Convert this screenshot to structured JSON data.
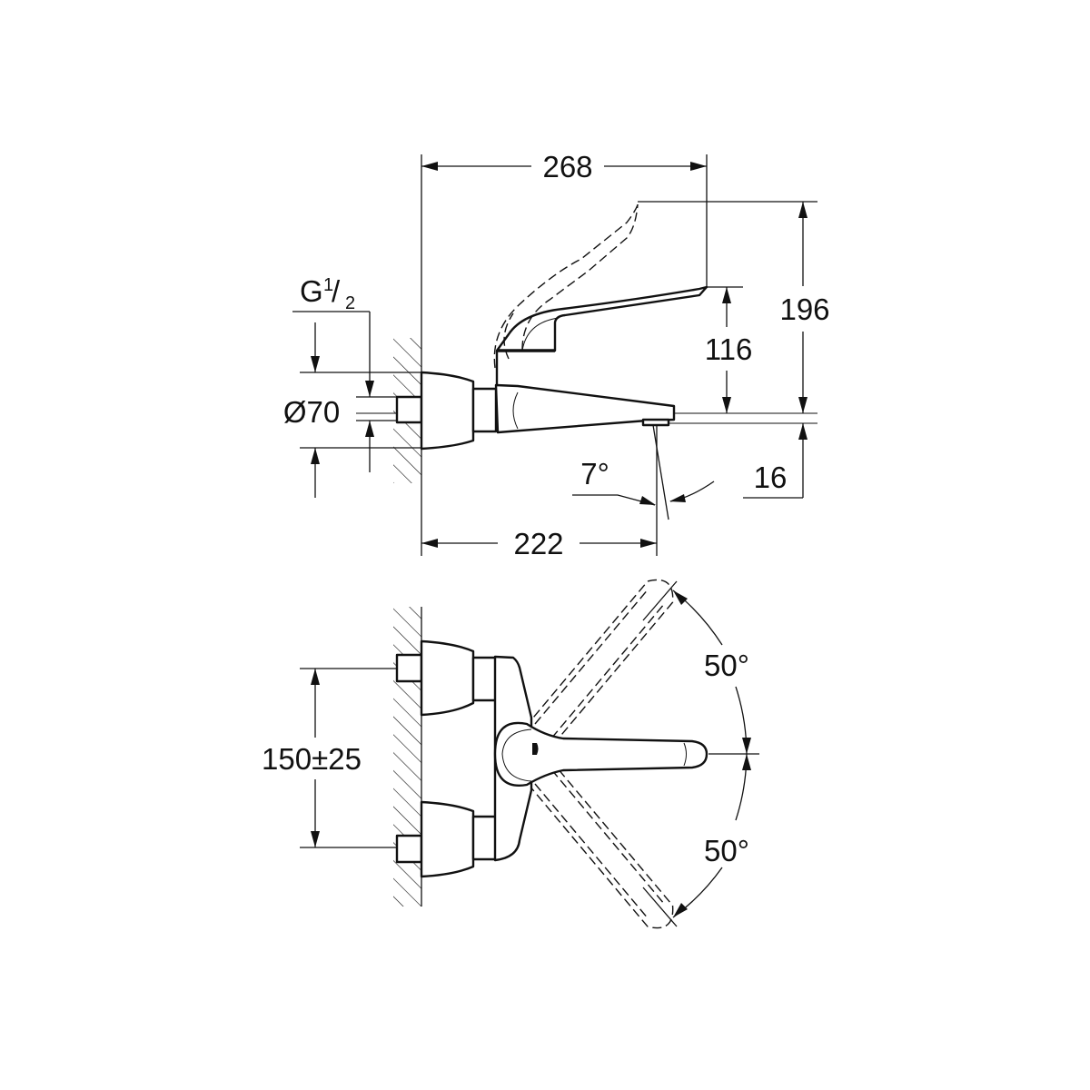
{
  "side_view": {
    "dim_total_length": "268",
    "dim_total_height": "196",
    "dim_lever_height": "116",
    "dim_spout_drop": "16",
    "dim_spout_reach": "222",
    "dim_spout_angle": "7°",
    "thread_label_main": "G",
    "thread_label_num": "1",
    "thread_label_den": "2",
    "dim_escutcheon_diameter": "Ø70"
  },
  "top_view": {
    "dim_centers": "150±25",
    "angle_upper": "50°",
    "angle_lower": "50°"
  }
}
